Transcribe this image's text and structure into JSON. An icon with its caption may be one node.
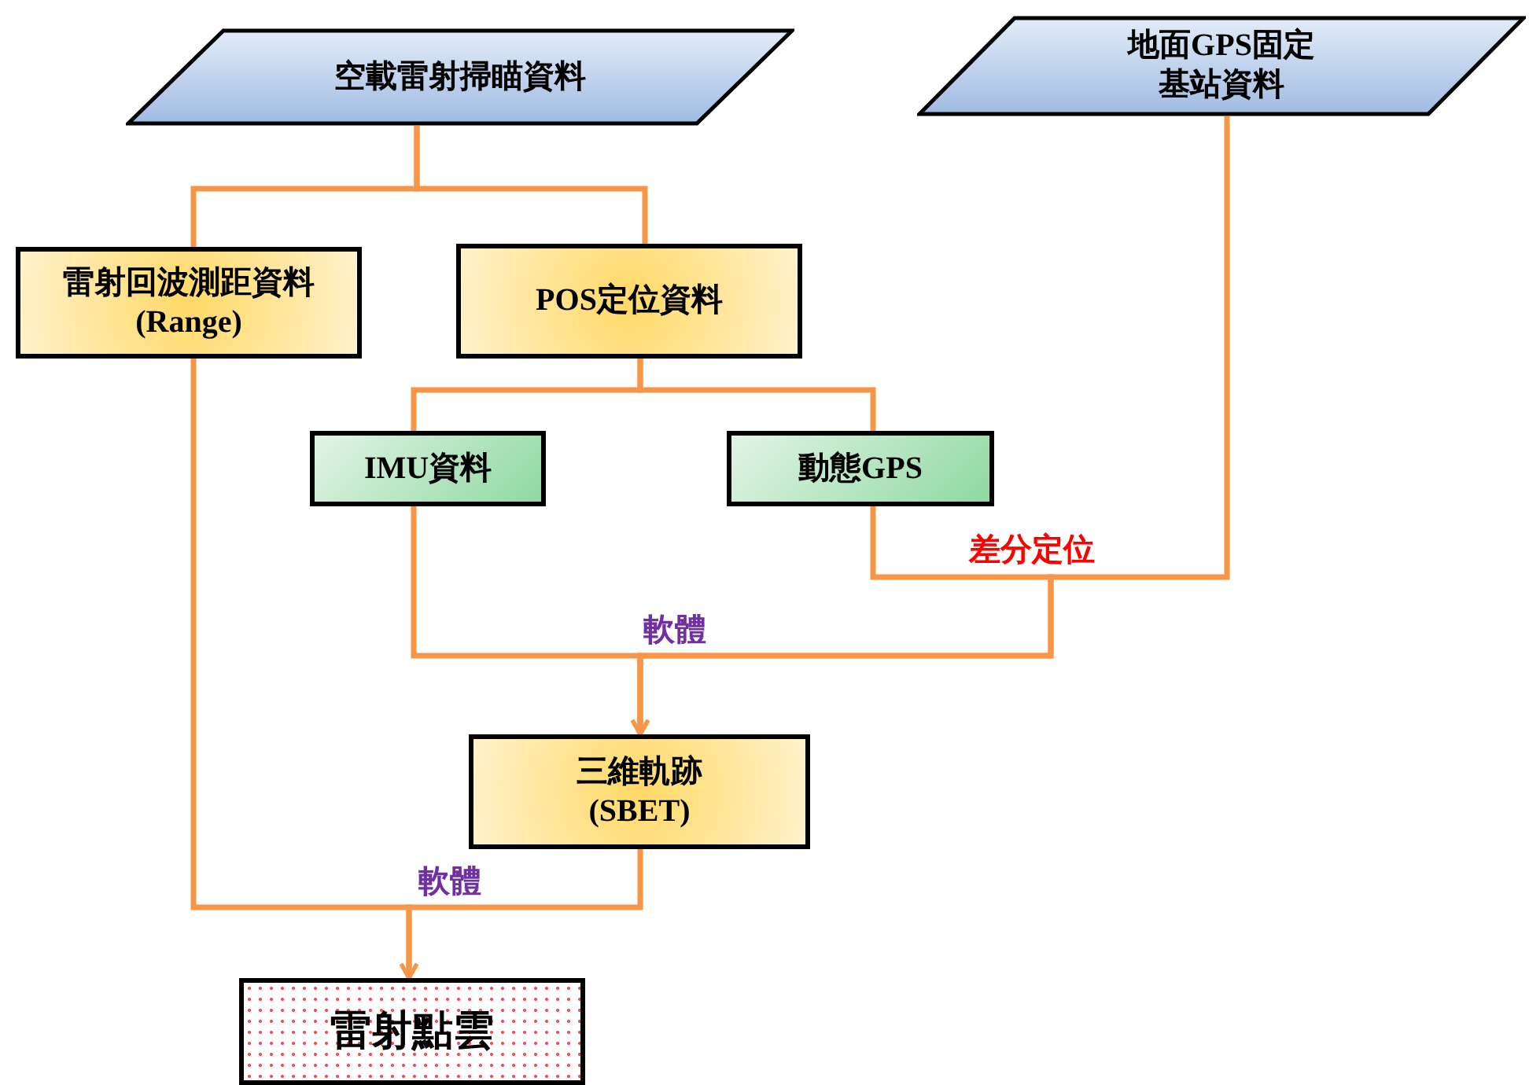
{
  "diagram": {
    "nodes": [
      {
        "text": [
          "空載雷射掃瞄資料"
        ]
      },
      {
        "text": [
          "地面GPS固定",
          "基站資料"
        ]
      },
      {
        "text": [
          "雷射回波測距資料",
          "(Range)"
        ]
      },
      {
        "text": [
          "POS定位資料"
        ]
      },
      {
        "text": [
          "IMU資料"
        ]
      },
      {
        "text": [
          "動態GPS"
        ]
      },
      {
        "text": [
          "三維軌跡",
          "(SBET)"
        ]
      },
      {
        "text": [
          "雷射點雲"
        ]
      }
    ],
    "edges": [
      {
        "from": 0,
        "to": 2,
        "arrow": "none"
      },
      {
        "from": 0,
        "to": 3,
        "arrow": "none"
      },
      {
        "from": 3,
        "to": 4,
        "arrow": "none"
      },
      {
        "from": 3,
        "to": 5,
        "arrow": "none"
      },
      {
        "from": 4,
        "to": 6,
        "arrow": "to",
        "label": "軟體"
      },
      {
        "from": 5,
        "to": 6,
        "arrow": "to"
      },
      {
        "from": 1,
        "to": 6,
        "arrow": "to",
        "label": "差分定位"
      },
      {
        "from": 2,
        "to": 7,
        "arrow": "to",
        "label": "軟體"
      },
      {
        "from": 6,
        "to": 7,
        "arrow": "to"
      }
    ]
  }
}
